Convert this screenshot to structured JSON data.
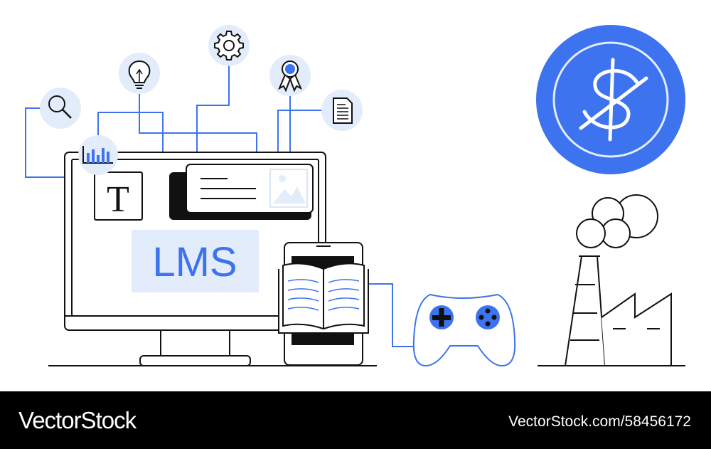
{
  "colors": {
    "accent": "#3d73ef",
    "accent_light": "#e3ecfb",
    "line": "#111111",
    "footer_bg": "#000000",
    "footer_text": "#ffffff"
  },
  "screen": {
    "badge": "LMS",
    "text_tile": "T"
  },
  "icons": [
    "search-icon",
    "lightbulb-icon",
    "gear-icon",
    "award-ribbon-icon",
    "document-icon",
    "bar-chart-icon",
    "image-icon",
    "open-book-icon",
    "gamepad-icon",
    "dollar-coin-icon",
    "factory-icon",
    "smoke-cloud-icon"
  ],
  "footer": {
    "brand": "VectorStock",
    "image_id": "VectorStock.com/58456172"
  }
}
